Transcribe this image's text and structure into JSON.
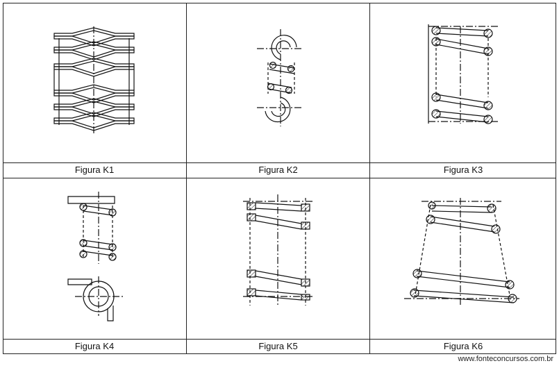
{
  "figures": [
    {
      "caption": "Figura K1",
      "icon": "disc-spring-stack"
    },
    {
      "caption": "Figura K2",
      "icon": "extension-spring-hooks"
    },
    {
      "caption": "Figura K3",
      "icon": "compression-spring-round-wire"
    },
    {
      "caption": "Figura K4",
      "icon": "torsion-spring"
    },
    {
      "caption": "Figura K5",
      "icon": "compression-spring-square-wire"
    },
    {
      "caption": "Figura K6",
      "icon": "conical-compression-spring"
    }
  ],
  "credit": "www.fonteconcursos.com.br",
  "colors": {
    "line": "#111111",
    "border": "#222222",
    "background": "#ffffff"
  }
}
